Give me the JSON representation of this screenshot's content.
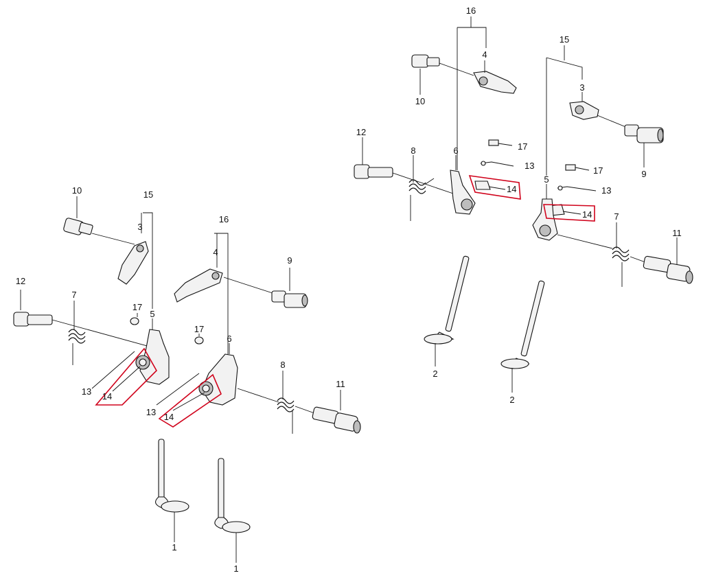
{
  "parts": {
    "p1": "1",
    "p2": "2",
    "p3": "3",
    "p4": "4",
    "p5": "5",
    "p6": "6",
    "p7": "7",
    "p8": "8",
    "p9": "9",
    "p10": "10",
    "p11": "11",
    "p12": "12",
    "p13": "13",
    "p14": "14",
    "p15": "15",
    "p16": "16",
    "p17": "17"
  },
  "highlight_color": "#d0021b"
}
